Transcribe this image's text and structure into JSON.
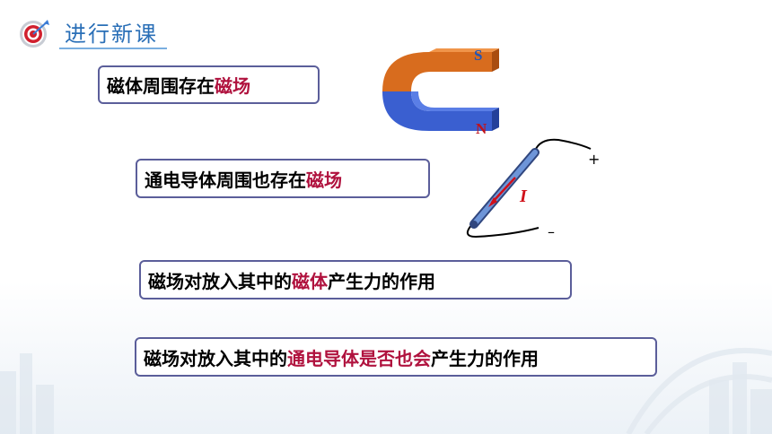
{
  "header": {
    "title": "进行新课",
    "icon": "target-icon",
    "accent": "#2a6fb7"
  },
  "statements": [
    {
      "plain": "磁体周围存在",
      "highlight": "磁场",
      "tail": ""
    },
    {
      "plain": "通电导体周围也存在",
      "highlight": "磁场",
      "tail": ""
    },
    {
      "plain": "磁场对放入其中的",
      "highlight": "磁体",
      "tail": "产生力的作用"
    },
    {
      "plain": "磁场对放入其中的",
      "highlight": "通电导体是否也会",
      "tail": "产生力的作用"
    }
  ],
  "magnet": {
    "south_label": "S",
    "north_label": "N"
  },
  "conductor": {
    "current_label": "I",
    "plus_label": "+",
    "minus_label": "–"
  },
  "colors": {
    "highlight": "#b0123e",
    "box_border": "#5b5e9a",
    "magnet_south": "#d2691e",
    "magnet_north": "#3a5fd0",
    "current_arrow": "#d0101a"
  }
}
